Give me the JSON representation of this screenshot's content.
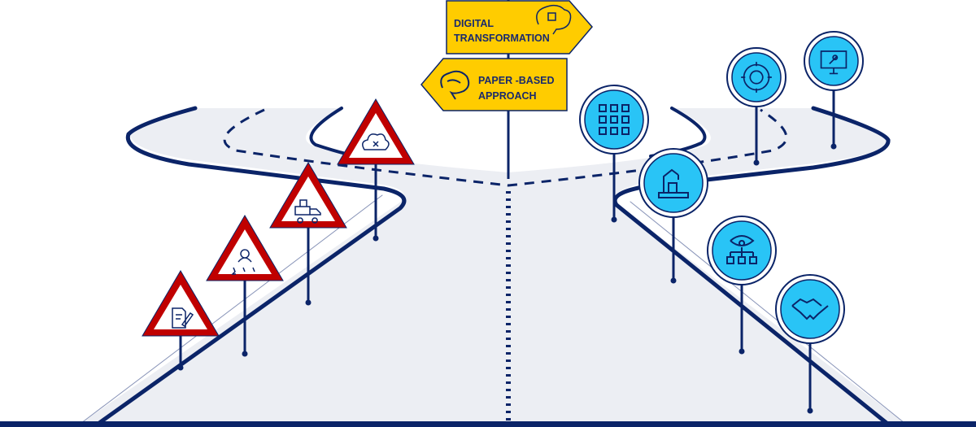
{
  "signposts": {
    "digital": {
      "line1": "DIGITAL",
      "line2": "TRANSFORMATION",
      "icon": "circuit-brain-icon"
    },
    "paper": {
      "line1": "PAPER -BASED",
      "line2": "APPROACH",
      "icon": "brain-icon"
    }
  },
  "warning_signs": [
    {
      "icon": "document-edit-icon"
    },
    {
      "icon": "user-rating-icon"
    },
    {
      "icon": "delivery-truck-icon"
    },
    {
      "icon": "cloud-error-icon"
    }
  ],
  "digital_signs": [
    {
      "icon": "flowchart-grid-icon"
    },
    {
      "icon": "gear-cycle-icon"
    },
    {
      "icon": "monitor-key-icon"
    },
    {
      "icon": "robot-arm-conveyor-icon"
    },
    {
      "icon": "eye-hierarchy-icon"
    },
    {
      "icon": "handshake-icon"
    }
  ],
  "colors": {
    "navy": "#0b2468",
    "road": "#eceef3",
    "yellow": "#ffcc00",
    "red": "#c00000",
    "cyan": "#29c4f6"
  }
}
